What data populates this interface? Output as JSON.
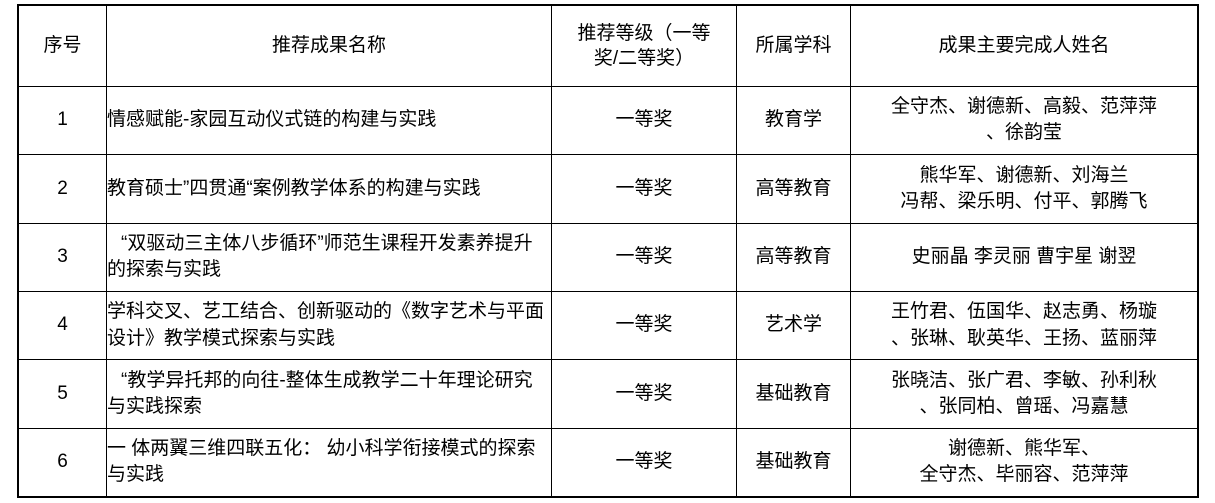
{
  "table": {
    "headers": [
      {
        "key": "index",
        "label": "序号"
      },
      {
        "key": "name",
        "label": "推荐成果名称"
      },
      {
        "key": "level",
        "label": "推荐等级（一等\n奖/二等奖）"
      },
      {
        "key": "disc",
        "label": "所属学科"
      },
      {
        "key": "people",
        "label": "成果主要完成人姓名"
      }
    ],
    "rows": [
      {
        "index": "1",
        "name": "情感赋能-家园互动仪式链的构建与实践",
        "level": "一等奖",
        "disc": "教育学",
        "people": "全守杰、谢德新、高毅、范萍萍\n、徐韵莹"
      },
      {
        "index": "2",
        "name": "教育硕士”四贯通“案例教学体系的构建与实践",
        "level": "一等奖",
        "disc": "高等教育",
        "people": "熊华军、谢德新、刘海兰\n冯帮、梁乐明、付平、郭腾飞"
      },
      {
        "index": "3",
        "name": "“双驱动三主体八步循环”师范生课程开发素养提升的探索与实践",
        "level": "一等奖",
        "disc": "高等教育",
        "people": "史丽晶 李灵丽 曹宇星 谢翌"
      },
      {
        "index": "4",
        "name": "学科交叉、艺工结合、创新驱动的《数字艺术与平面设计》教学模式探索与实践",
        "level": "一等奖",
        "disc": "艺术学",
        "people": "王竹君、伍国华、赵志勇、杨璇\n、张琳、耿英华、王扬、蓝丽萍"
      },
      {
        "index": "5",
        "name": "“教学异托邦的向往-整体生成教学二十年理论研究与实践探索",
        "level": "一等奖",
        "disc": "基础教育",
        "people": "张晓洁、张广君、李敏、孙利秋\n、张同柏、曾瑶、冯嘉慧"
      },
      {
        "index": "6",
        "name": "一 体两翼三维四联五化： 幼小科学衔接模式的探索与实践",
        "level": "一等奖",
        "disc": "基础教育",
        "people": "谢德新、熊华军、\n全守杰、毕丽容、范萍萍"
      }
    ]
  },
  "colors": {
    "border": "#000000",
    "text": "#000000",
    "background": "#ffffff"
  }
}
